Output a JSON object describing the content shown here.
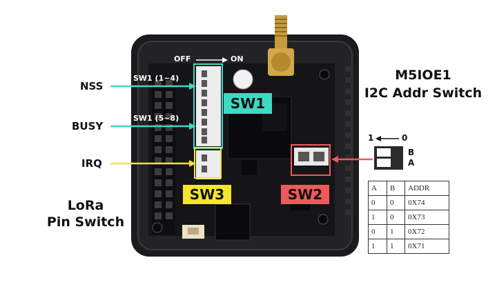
{
  "switch_scale": {
    "off": "OFF",
    "on": "ON"
  },
  "sw1_groups": {
    "group1": "SW1 (1~4)",
    "group2": "SW1 (5~8)"
  },
  "pins": {
    "nss": "NSS",
    "busy": "BUSY",
    "irq": "IRQ"
  },
  "tags": {
    "sw1": "SW1",
    "sw2": "SW2",
    "sw3": "SW3"
  },
  "lora_caption": {
    "line1": "LoRa",
    "line2": "Pin Switch"
  },
  "m5ioe1_caption": {
    "line1": "M5IOE1",
    "line2": "I2C Addr Switch"
  },
  "mini_switch": {
    "left": "1",
    "right": "0",
    "top": "B",
    "bottom": "A"
  },
  "addr_table": {
    "headers": [
      "A",
      "B",
      "ADDR"
    ],
    "rows": [
      [
        "0",
        "0",
        "0X74"
      ],
      [
        "1",
        "0",
        "0X73"
      ],
      [
        "0",
        "1",
        "0X72"
      ],
      [
        "1",
        "1",
        "0X71"
      ]
    ]
  },
  "colors": {
    "sw1": "#3ed9c3",
    "sw2": "#ee5a5a",
    "sw3": "#f5e52c",
    "board": "#1b1b1d"
  }
}
